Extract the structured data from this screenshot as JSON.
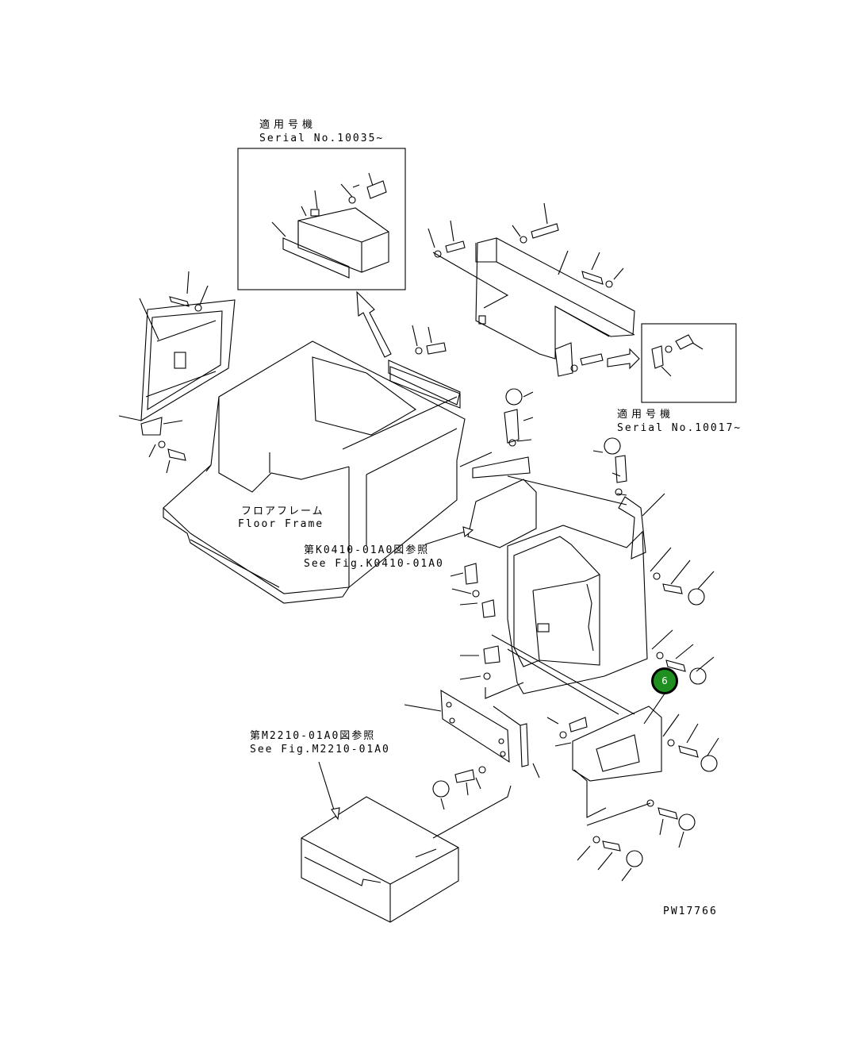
{
  "inset_top": {
    "label_jp": "適用号機",
    "label_en": "Serial No.10035~"
  },
  "inset_right": {
    "label_jp": "適用号機",
    "label_en": "Serial No.10017~"
  },
  "floor_frame": {
    "label_jp": "フロアフレーム",
    "label_en": "Floor Frame"
  },
  "ref_k0410": {
    "label_jp": "第K0410-01A0図参照",
    "label_en": "See Fig.K0410-01A0"
  },
  "ref_m2210": {
    "label_jp": "第M2210-01A0図参照",
    "label_en": "See Fig.M2210-01A0"
  },
  "callouts": [
    {
      "number": "6",
      "color": "#1f8f1f"
    }
  ],
  "drawing_id": "PW17766"
}
